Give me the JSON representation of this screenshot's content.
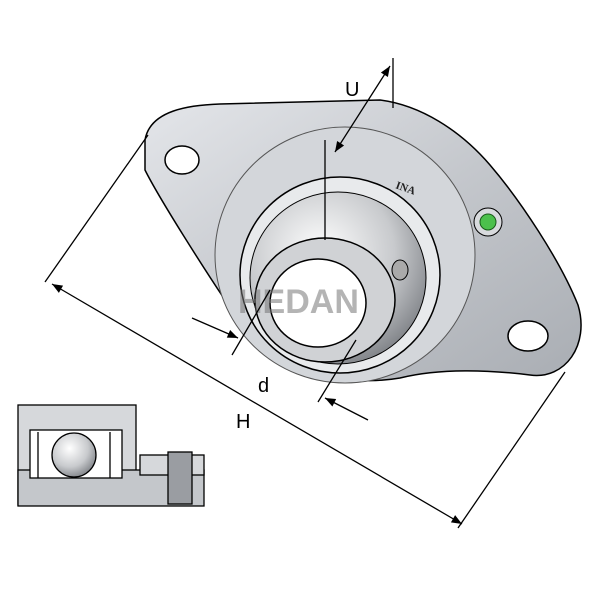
{
  "dimensions": {
    "u": "U",
    "d": "d",
    "h": "H"
  },
  "brand_mark": "INA",
  "watermark": "HEDAN",
  "colors": {
    "housing": "#c9ccd1",
    "line": "#000000",
    "grease_nipple": "#4cc04c"
  }
}
